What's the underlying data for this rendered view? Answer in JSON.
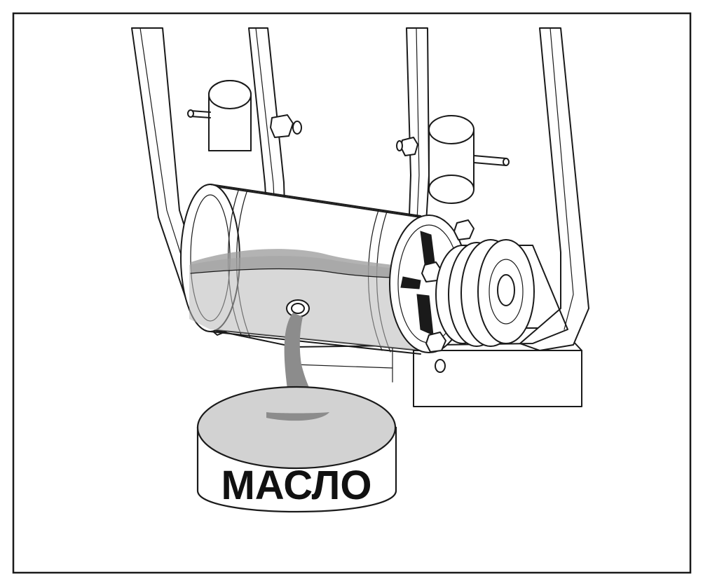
{
  "figure": {
    "container_label": "МАСЛО"
  },
  "colors": {
    "line": "#1a1a1a",
    "oil": "#9a9a9a",
    "oil_light": "#b8b8b8",
    "pan_top": "#d2d2d2",
    "background": "#ffffff"
  },
  "icons": {
    "frame": "border-frame",
    "mount": "swing-arm-frame",
    "housing": "cylindrical-housing",
    "pulley": "double-groove-pulley",
    "pan": "oil-pan"
  }
}
